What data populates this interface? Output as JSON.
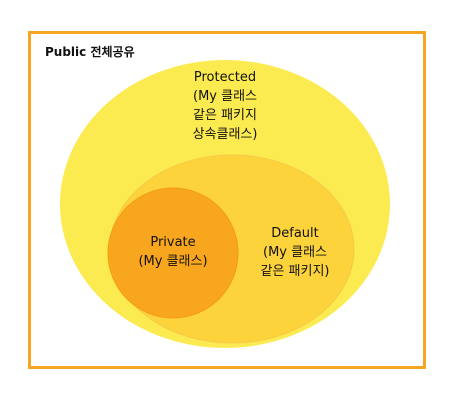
{
  "colors": {
    "frame_border": "#F5A623",
    "protected_fill": "#FCEB50",
    "default_fill": "#FDD33C",
    "private_fill": "#F9A61F",
    "default_outline": "#F7C84A",
    "private_outline": "#F39C12"
  },
  "public": {
    "title": "Public 전체공유"
  },
  "protected": {
    "line1": "Protected",
    "line2": "(My 클래스",
    "line3": "같은 패키지",
    "line4": "상속클래스)"
  },
  "default": {
    "line1": "Default",
    "line2": "(My 클래스",
    "line3": "같은 패키지)"
  },
  "private": {
    "line1": "Private",
    "line2": "(My 클래스)"
  }
}
